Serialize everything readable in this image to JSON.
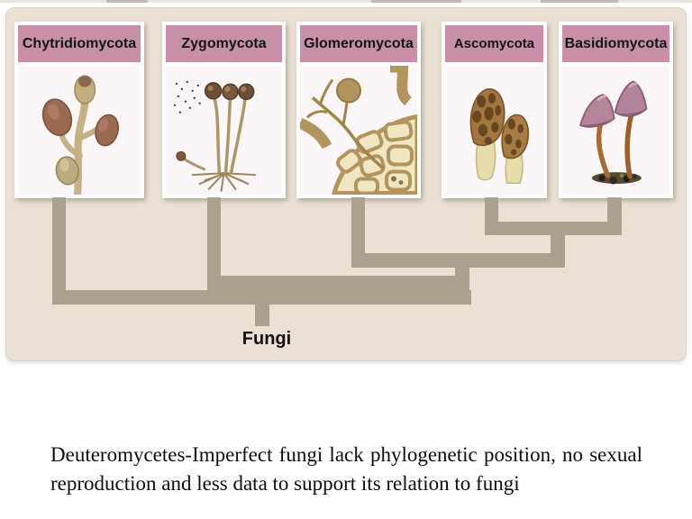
{
  "panel": {
    "background": "#eae1d4"
  },
  "header_color": "#c78fa8",
  "tree": {
    "color": "#aca08e",
    "root_label": "Fungi",
    "topology": "(((Ascomycota, Basidiomycota), Glomeromycota), Zygomycota, Chytridiomycota) -> Fungi"
  },
  "taxa": [
    {
      "label": "Chytridiomycota",
      "illustration": "chytrid-sporangia"
    },
    {
      "label": "Zygomycota",
      "illustration": "pin-mold-sporangiophores"
    },
    {
      "label": "Glomeromycota",
      "illustration": "arbuscular-mycorrhiza-root-cells"
    },
    {
      "label": "Ascomycota",
      "illustration": "morel-mushrooms"
    },
    {
      "label": "Basidiomycota",
      "illustration": "gilled-mushrooms"
    }
  ],
  "caption": {
    "text": "Deuteromycetes-Imperfect fungi lack phylogenetic position, no sexual reproduction and less data to support its relation to fungi"
  }
}
